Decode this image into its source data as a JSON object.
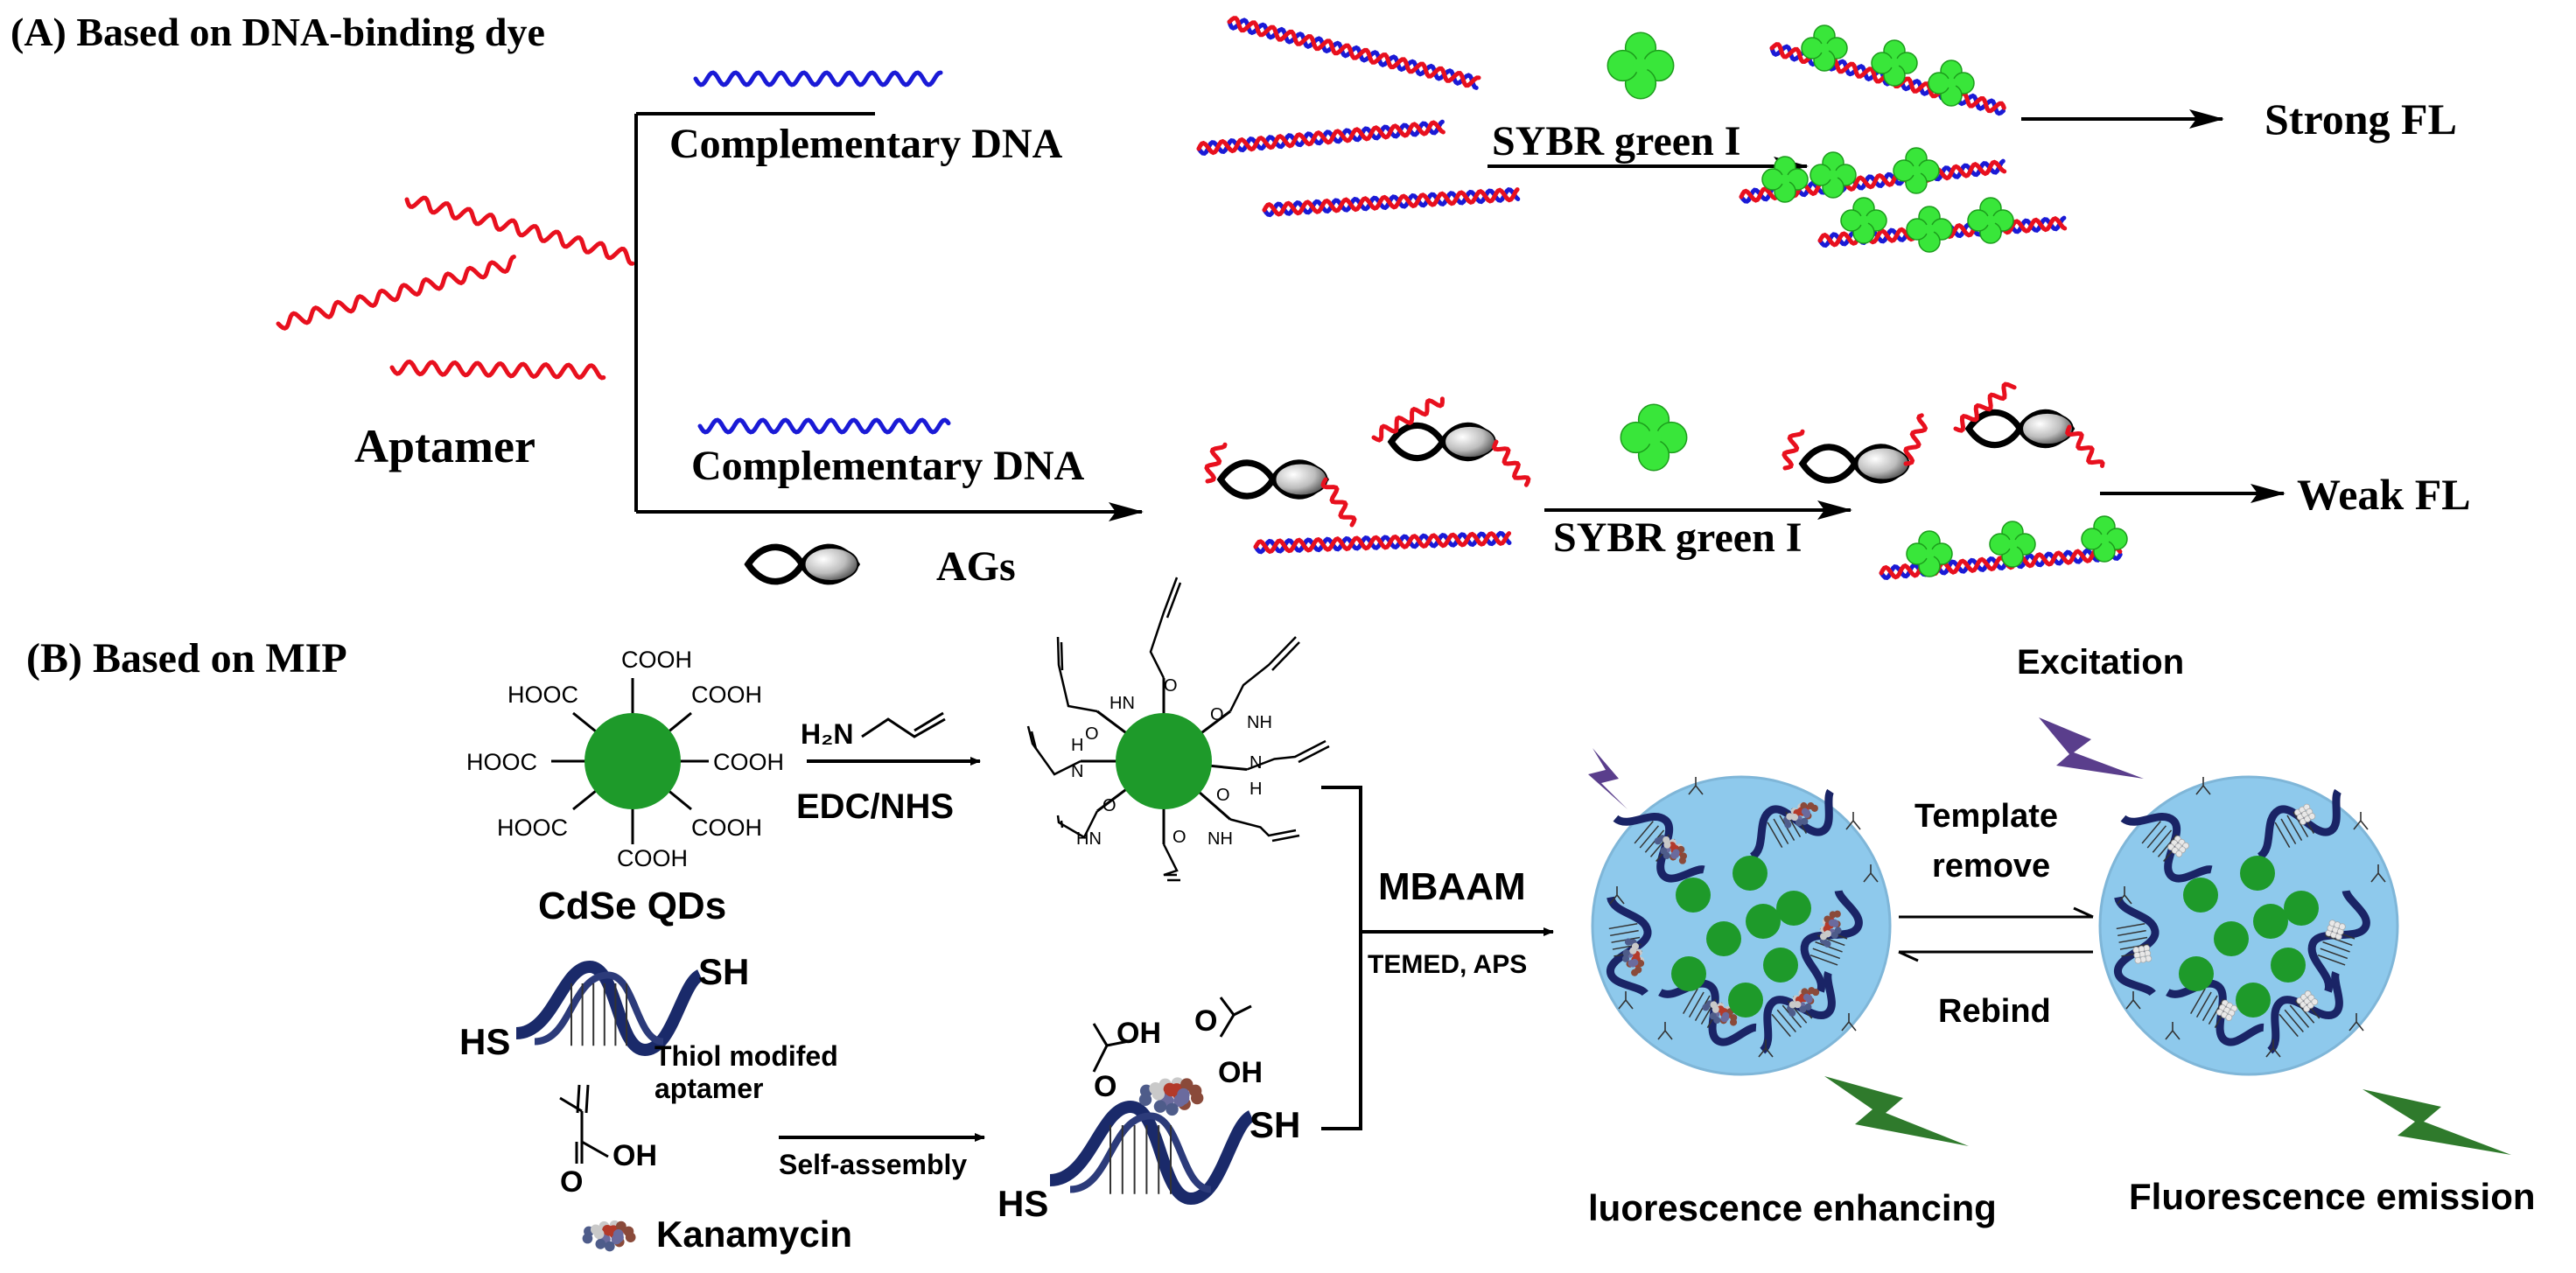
{
  "panel_a": {
    "title": "(A) Based on DNA-binding dye",
    "aptamer_label": "Aptamer",
    "complementary_dna_top": "Complementary DNA",
    "complementary_dna_bottom": "Complementary DNA",
    "ags_label": "AGs",
    "sybr_top": "SYBR green I",
    "sybr_bottom": "SYBR green I",
    "strong_fl": "Strong FL",
    "weak_fl": "Weak FL"
  },
  "panel_b": {
    "title": "(B) Based on MIP",
    "cooh_labels": [
      "COOH",
      "COOH",
      "COOH",
      "COOH",
      "HOOC",
      "HOOC",
      "HOOC"
    ],
    "h2n_label": "H₂N",
    "edc_nhs": "EDC/NHS",
    "cdse_label": "CdSe QDs",
    "sh_right": "SH",
    "hs_left": "HS",
    "thiol_line1": "Thiol modifed",
    "thiol_line2": "aptamer",
    "self_assembly": "Self-assembly",
    "kanamycin": "Kanamycin",
    "acid_o": "O",
    "acid_oh": "OH",
    "mbaam": "MBAAM",
    "temed_aps": "TEMED, APS",
    "excitation": "Excitation",
    "template_line1": "Template",
    "template_line2": "remove",
    "rebind": "Rebind",
    "fl_enhancing": "luorescence enhancing",
    "fl_emission": "Fluorescence emission",
    "amide_o": "O",
    "amide_hn": "HN",
    "amide_nh": "NH",
    "amide_h": "H",
    "amide_n": "N"
  },
  "colors": {
    "aptamer_red": "#e8101e",
    "dna_blue": "#1a1ad6",
    "sybr_green": "#39e63a",
    "qd_green": "#1e9a2a",
    "mip_blue": "#8ec9ec",
    "lightning_green": "#2f7a2c",
    "lightning_purple": "#5a3e8c"
  }
}
